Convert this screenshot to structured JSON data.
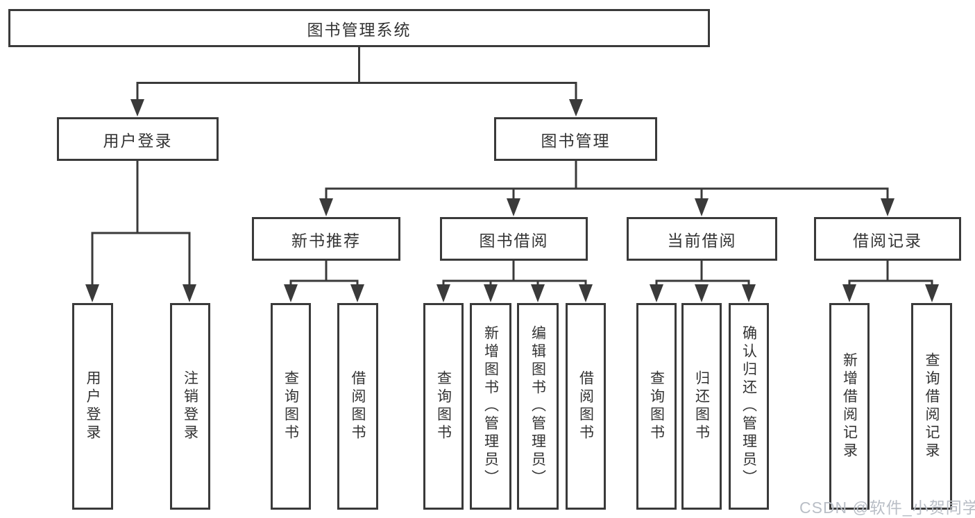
{
  "nodes": {
    "root": "图书管理系统",
    "level2": [
      "用户登录",
      "图书管理"
    ],
    "level3": [
      "新书推荐",
      "图书借阅",
      "当前借阅",
      "借阅记录"
    ],
    "leaves": [
      "用户登录",
      "注销登录",
      "查询图书",
      "借阅图书",
      "查询图书",
      "新增图书（管理员）",
      "编辑图书（管理员）",
      "借阅图书",
      "查询图书",
      "归还图书",
      "确认归还（管理员）",
      "新增借阅记录",
      "查询借阅记录"
    ]
  },
  "watermark": "CSDN @软件_小贺同学",
  "colors": {
    "line": "#3a3a3a",
    "box_border": "#3a3a3a",
    "box_background": "#ffffff",
    "text": "#333333",
    "watermark": "#b9bec6"
  }
}
